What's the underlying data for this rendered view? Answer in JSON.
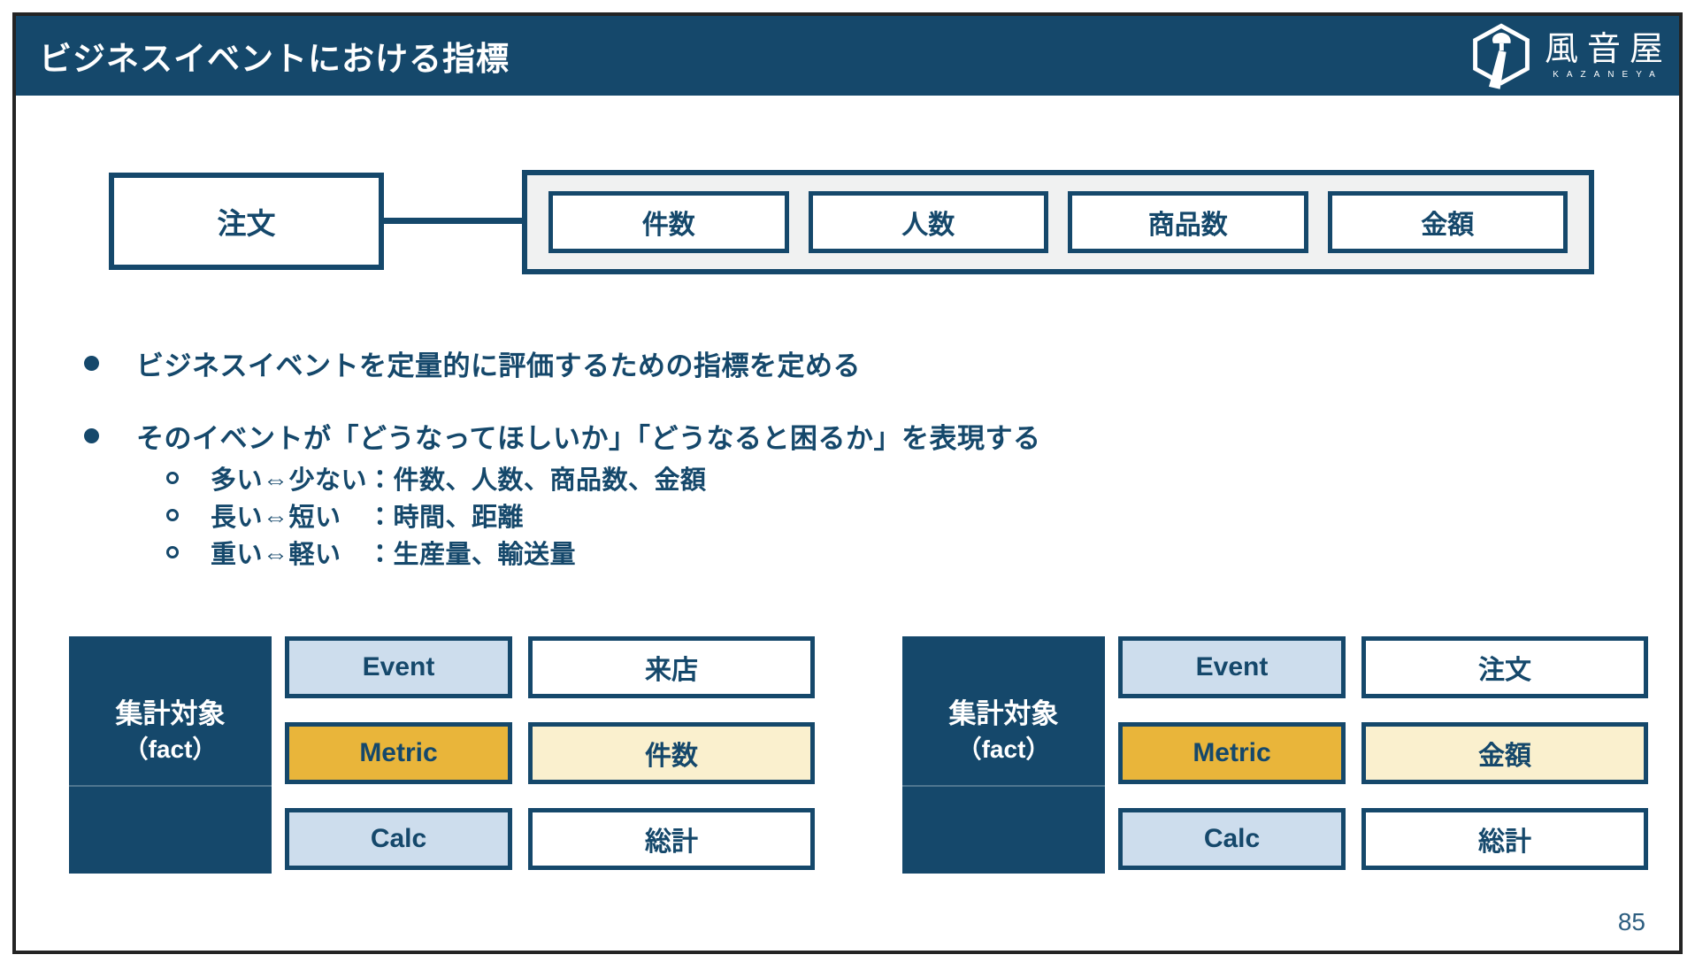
{
  "header": {
    "title": "ビジネスイベントにおける指標",
    "logo": {
      "brand": "風音屋",
      "brand_sub": "KAZANEYA",
      "icon": "wind-chime-hexagon-icon"
    }
  },
  "diagram": {
    "source_label": "注文",
    "metric_boxes": [
      "件数",
      "人数",
      "商品数",
      "金額"
    ]
  },
  "bullets": [
    {
      "text": "ビジネスイベントを定量的に評価するための指標を定める",
      "sub": []
    },
    {
      "text": "そのイベントが「どうなってほしいか」「どうなると困るか」を表現する",
      "sub": [
        "多い⇔少ない：件数、人数、商品数、金額",
        "長い⇔短い　：時間、距離",
        "重い⇔軽い　：生産量、輸送量"
      ]
    }
  ],
  "fact_tables": [
    {
      "title_line1": "集計対象",
      "title_line2": "（fact）",
      "rows": [
        {
          "label": "Event",
          "value": "来店"
        },
        {
          "label": "Metric",
          "value": "件数"
        },
        {
          "label": "Calc",
          "value": "総計"
        }
      ]
    },
    {
      "title_line1": "集計対象",
      "title_line2": "（fact）",
      "rows": [
        {
          "label": "Event",
          "value": "注文"
        },
        {
          "label": "Metric",
          "value": "金額"
        },
        {
          "label": "Calc",
          "value": "総計"
        }
      ]
    }
  ],
  "page_number": "85",
  "colors": {
    "navy": "#15486B",
    "gold": "#E9B53A",
    "light_blue": "#CDDDED",
    "light_yellow": "#FAF0CE",
    "group_bg": "#F0F1F1",
    "frame_border": "#242424"
  }
}
